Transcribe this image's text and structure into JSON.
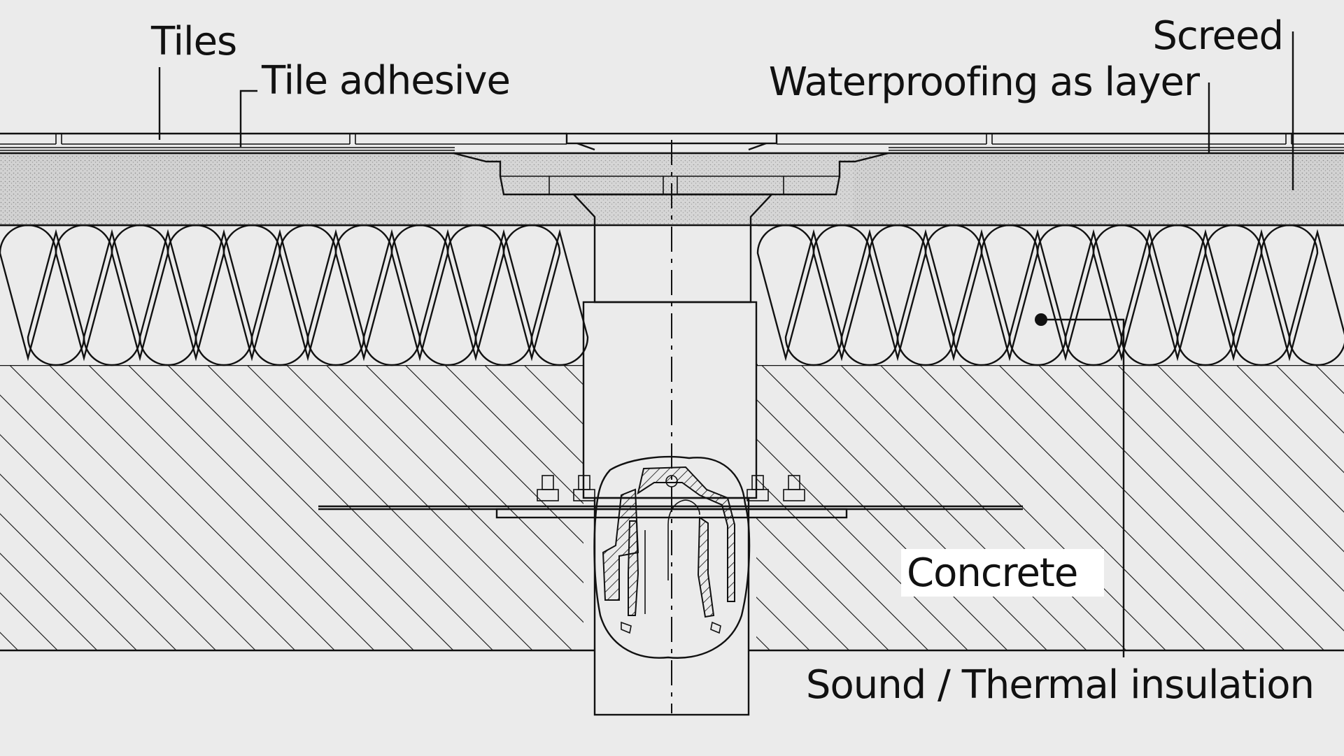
{
  "labels": {
    "tiles": "Tiles",
    "tile_adhesive": "Tile adhesive",
    "screed": "Screed",
    "waterproofing": "Waterproofing as layer",
    "concrete": "Concrete",
    "insulation": "Sound / Thermal insulation"
  },
  "colors": {
    "background": "#ebebeb",
    "line": "#111111",
    "screed_fill": "#cfcfcf",
    "label_box": "#ffffff"
  }
}
